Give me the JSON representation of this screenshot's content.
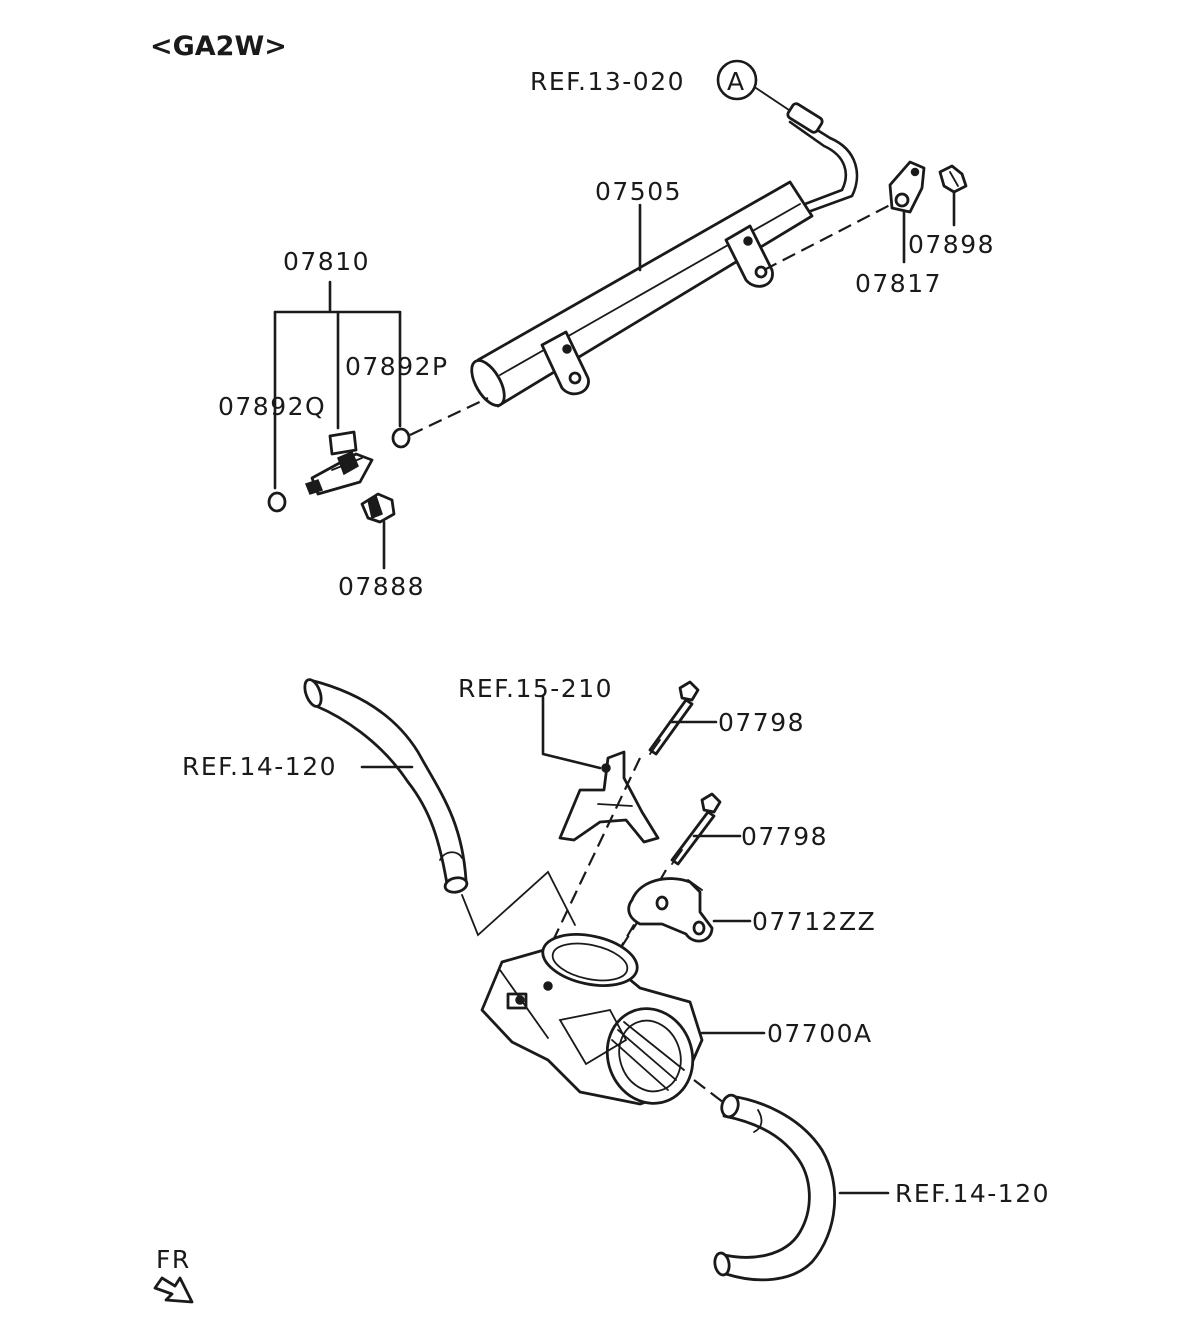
{
  "diagram": {
    "variant": "<GA2W>",
    "ref_marker": "A",
    "front_indicator": "FR",
    "labels": {
      "ref_13_020": "REF.13-020",
      "p07505": "07505",
      "p07810": "07810",
      "p07892P": "07892P",
      "p07892Q": "07892Q",
      "p07888": "07888",
      "p07898": "07898",
      "p07817": "07817",
      "ref_15_210": "REF.15-210",
      "p07798_upper": "07798",
      "p07798_lower": "07798",
      "ref_14_120_left": "REF.14-120",
      "p07712ZZ": "07712ZZ",
      "p07700A": "07700A",
      "ref_14_120_right": "REF.14-120"
    }
  }
}
